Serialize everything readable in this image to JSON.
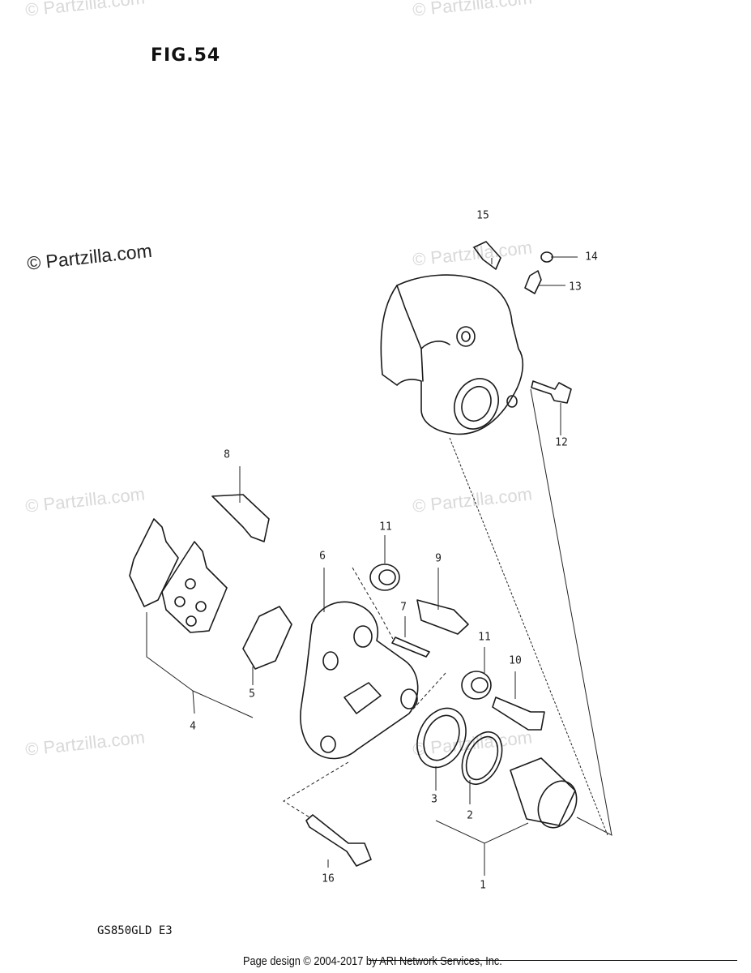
{
  "figure_label": "FIG.54",
  "model_code": "GS850GLD E3",
  "footer": "Page design © 2004-2017 by ARI Network Services, Inc.",
  "watermarks": {
    "main": "© Partzilla.com",
    "faint": "© Partzilla.com"
  },
  "callouts": {
    "c1": "1",
    "c2": "2",
    "c3": "3",
    "c4": "4",
    "c5": "5",
    "c6": "6",
    "c7": "7",
    "c8": "8",
    "c9": "9",
    "c10": "10",
    "c11a": "11",
    "c11b": "11",
    "c12": "12",
    "c13": "13",
    "c14": "14",
    "c15": "15",
    "c16": "16"
  }
}
